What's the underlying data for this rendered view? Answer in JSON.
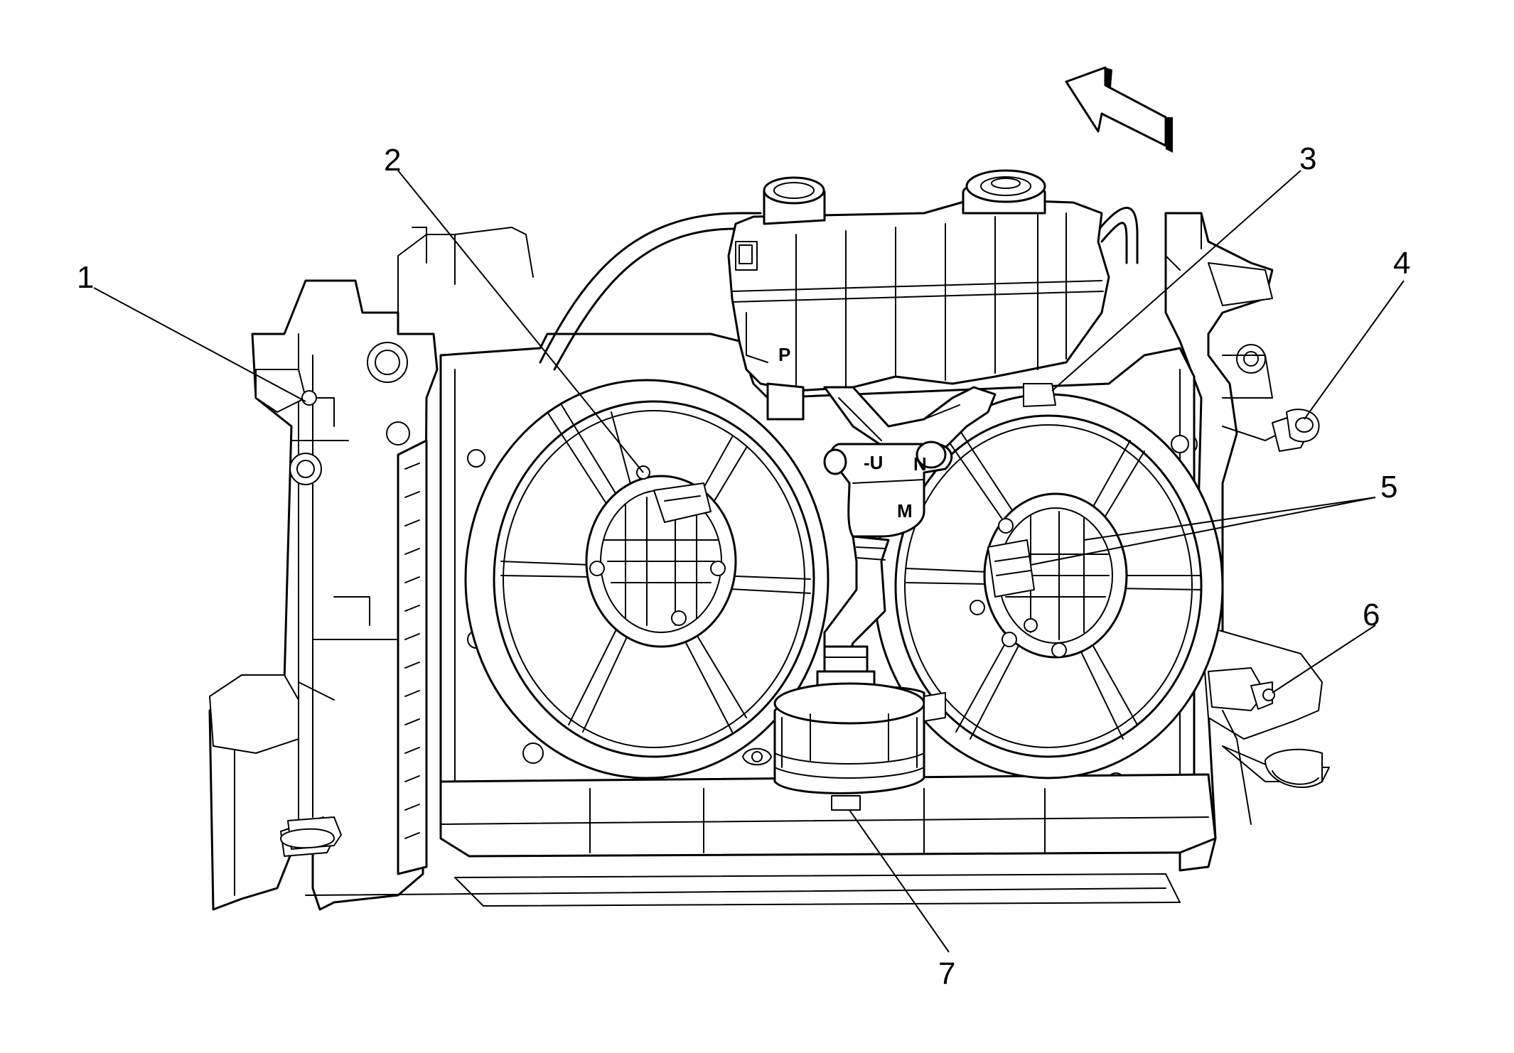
{
  "figure": {
    "callouts": [
      {
        "id": "1",
        "label": "1"
      },
      {
        "id": "2",
        "label": "2"
      },
      {
        "id": "3",
        "label": "3"
      },
      {
        "id": "4",
        "label": "4"
      },
      {
        "id": "5",
        "label": "5"
      },
      {
        "id": "6",
        "label": "6"
      },
      {
        "id": "7",
        "label": "7"
      }
    ],
    "component_markings": {
      "p": "P",
      "u": "-U",
      "n": "N",
      "m": "M"
    },
    "direction_indicator": "arrow-forward-icon",
    "colors": {
      "line": "#000000",
      "background": "#ffffff"
    }
  }
}
